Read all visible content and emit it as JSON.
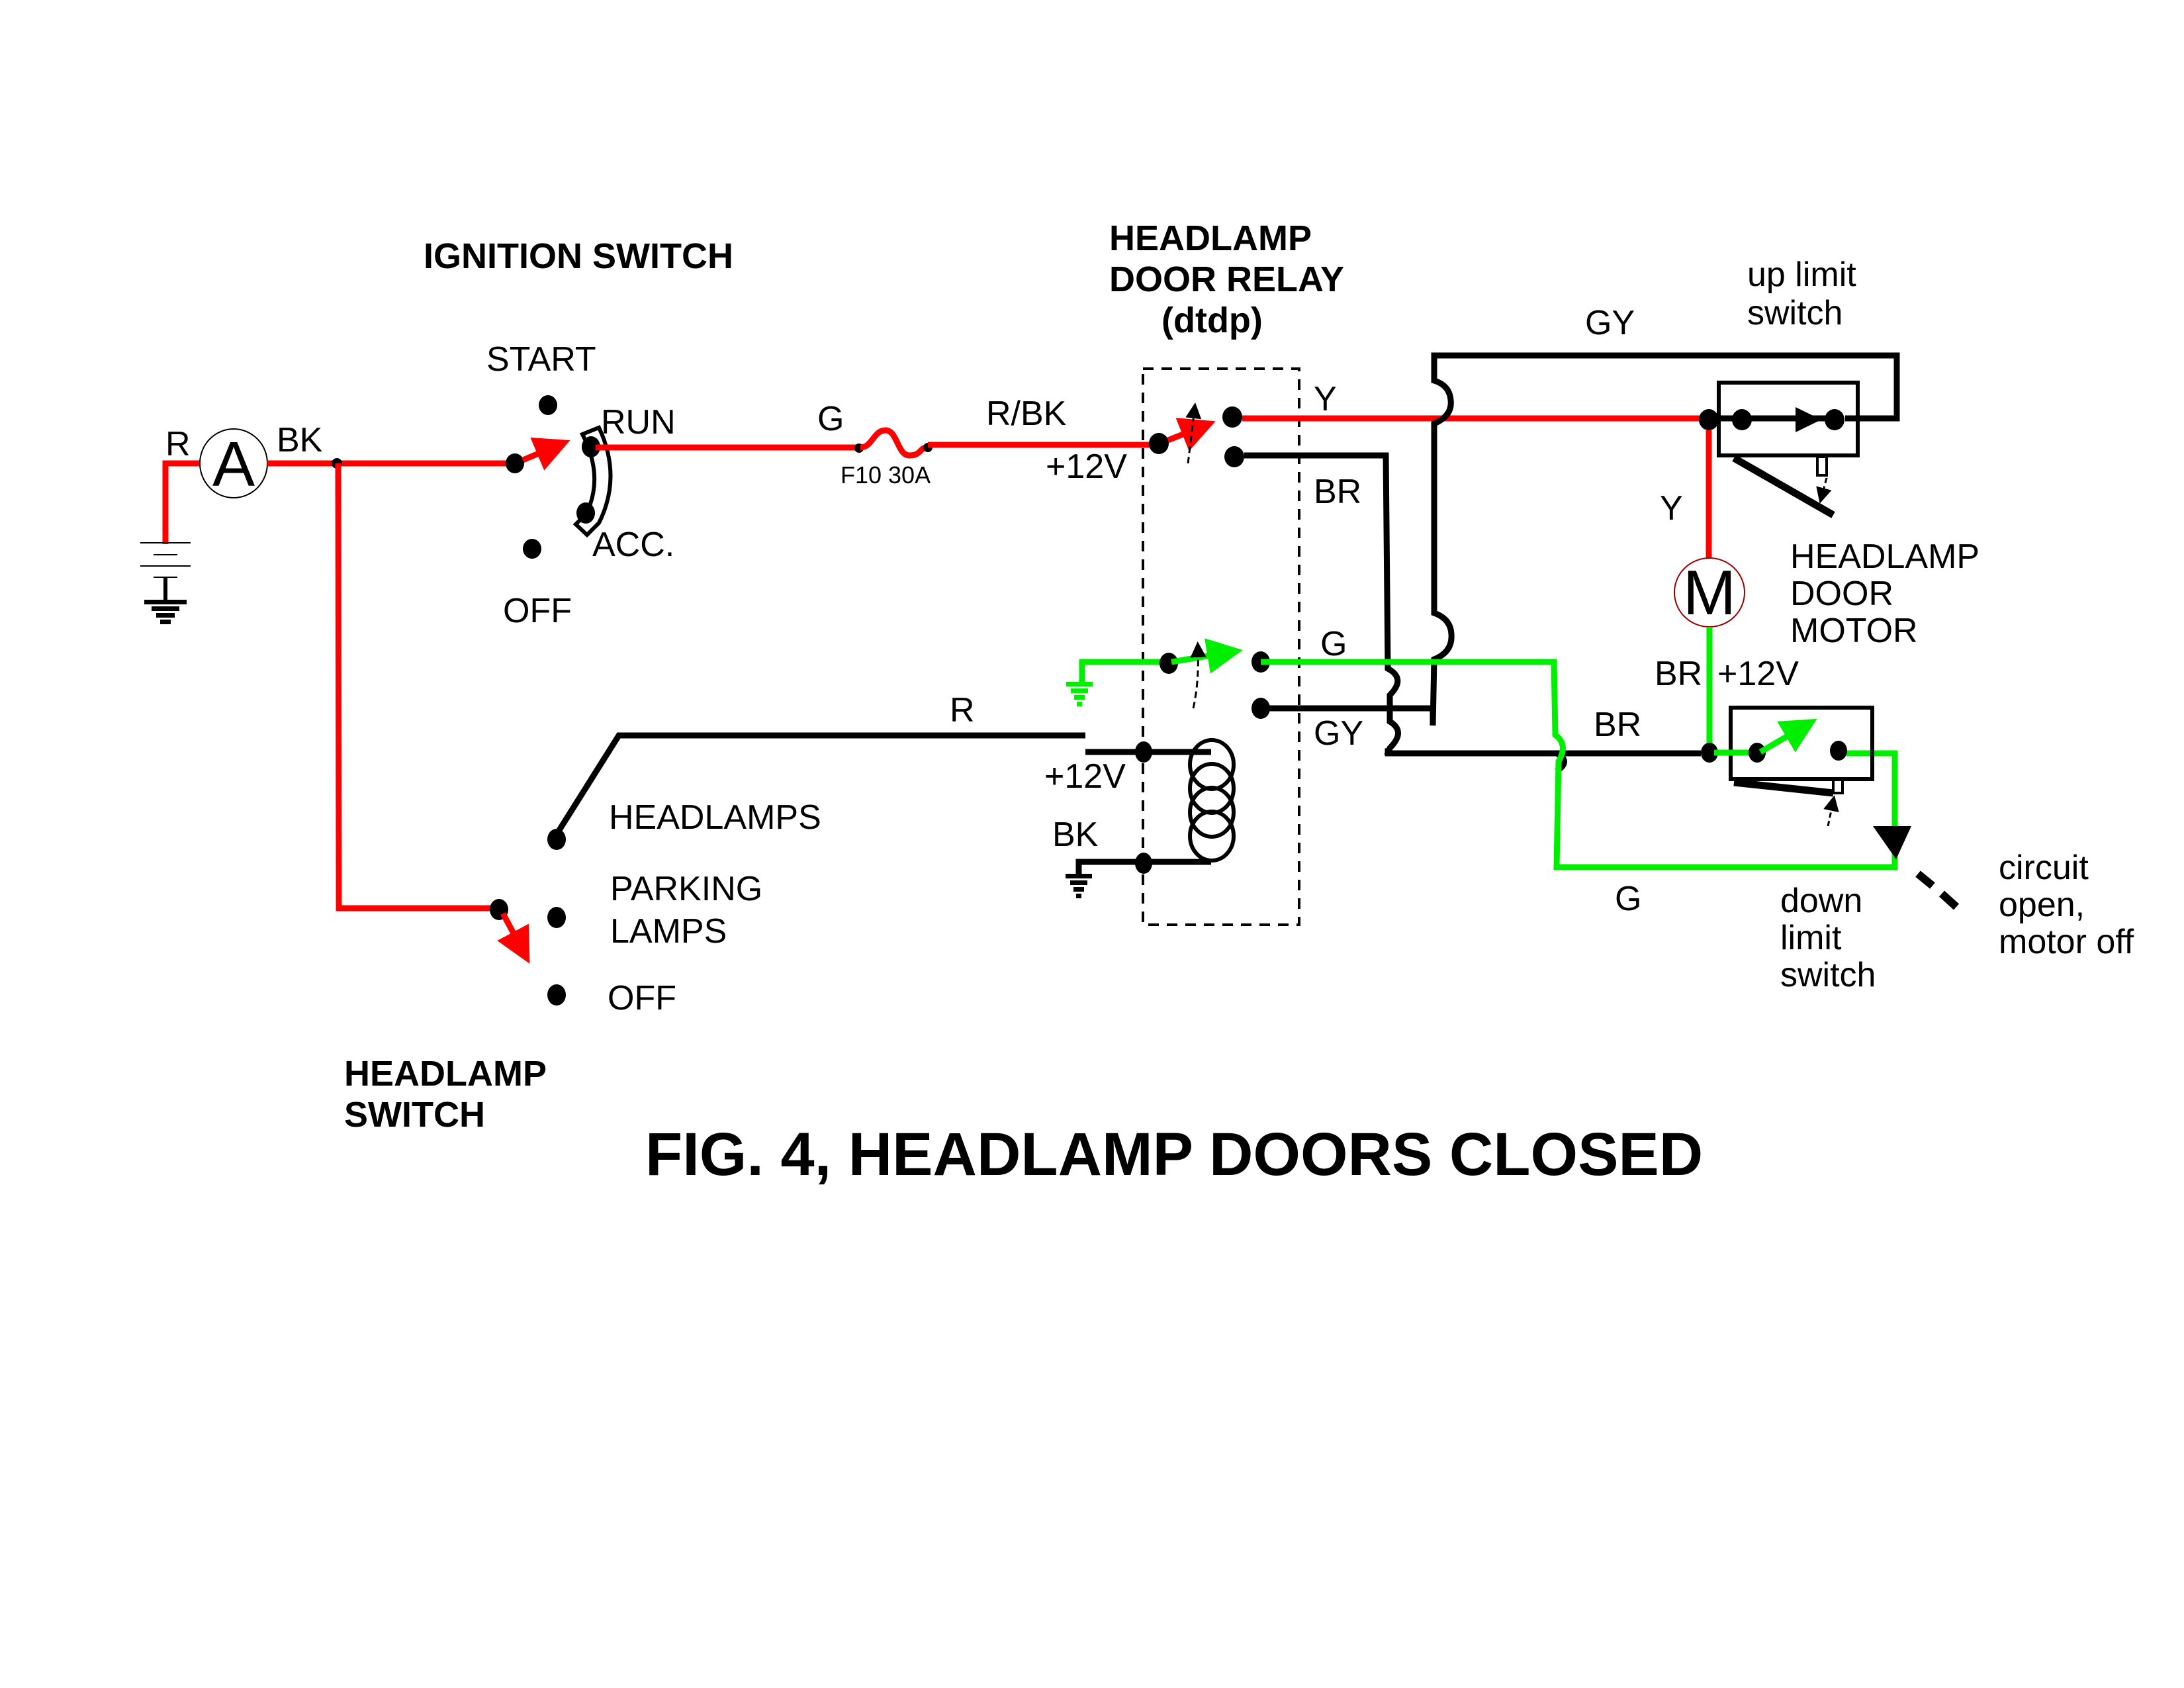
{
  "figure": {
    "title": "FIG. 4, HEADLAMP DOORS CLOSED"
  },
  "colors": {
    "energized_positive": "#ff0000",
    "energized_ground": "#00ee00",
    "unenergized": "#000000"
  },
  "battery": {
    "wire_label": "R",
    "ammeter_symbol": "A",
    "ammeter_out_label": "BK"
  },
  "ignition_switch": {
    "heading": "IGNITION SWITCH",
    "positions": [
      "START",
      "RUN",
      "ACC.",
      "OFF"
    ],
    "selected": "RUN",
    "output_wire_label": "G"
  },
  "fuse": {
    "label": "F10 30A",
    "out_wire_label": "R/BK"
  },
  "relay": {
    "heading_line1": "HEADLAMP",
    "heading_line2": "DOOR RELAY",
    "heading_line3": "(dtdp)",
    "common_pos_label": "+12V",
    "upper_out_label": "Y",
    "upper_alt_label": "BR",
    "lower_out_label": "G",
    "lower_alt_label": "GY",
    "coil_in_wire_label": "R",
    "coil_pos_label": "+12V",
    "coil_gnd_label": "BK"
  },
  "headlamp_switch": {
    "heading_line1": "HEADLAMP",
    "heading_line2": "SWITCH",
    "positions": [
      "HEADLAMPS",
      "PARKING",
      "LAMPS",
      "OFF"
    ],
    "selected": "OFF"
  },
  "motor": {
    "symbol": "M",
    "label_line1": "HEADLAMP",
    "label_line2": "DOOR",
    "label_line3": "MOTOR",
    "top_wire_label": "Y",
    "bottom_wire_label": "BR",
    "bottom_voltage": "+12V"
  },
  "up_limit_switch": {
    "label_line1": "up limit",
    "label_line2": "switch",
    "return_wire_label": "GY"
  },
  "down_limit_switch": {
    "label_line1": "down",
    "label_line2": "limit",
    "label_line3": "switch",
    "in_wire_label": "BR",
    "return_wire_label": "G"
  },
  "annotation": {
    "line1": "circuit",
    "line2": "open,",
    "line3": "motor off"
  }
}
